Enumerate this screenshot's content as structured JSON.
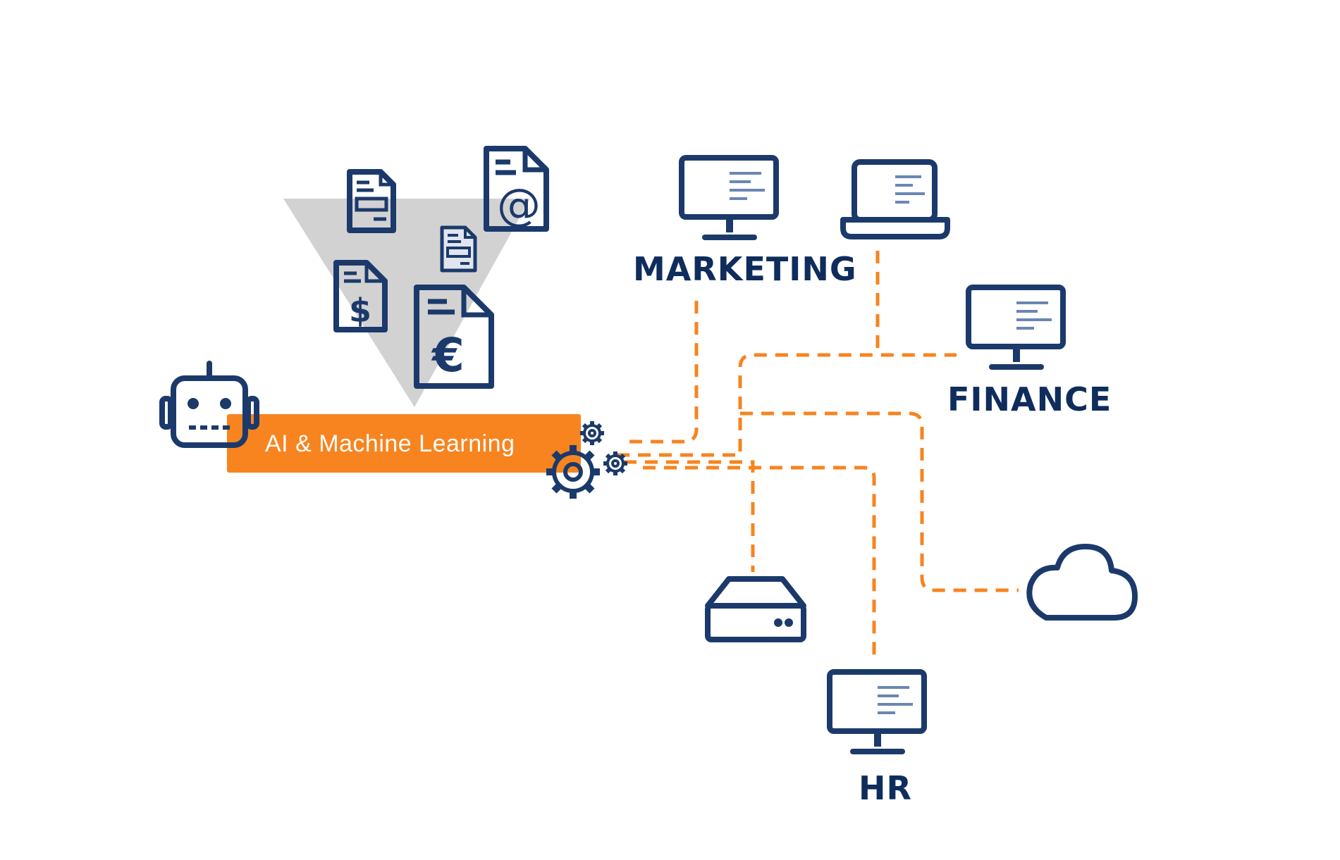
{
  "banner": {
    "label": "AI & Machine Learning",
    "color": "#f7841f"
  },
  "departments": {
    "marketing": "MARKETING",
    "finance": "FINANCE",
    "hr": "HR"
  },
  "icons": [
    "robot-icon",
    "document-icon",
    "email-document-icon",
    "dollar-document-icon",
    "euro-document-icon",
    "gears-icon",
    "desktop-monitor-icon",
    "laptop-icon",
    "server-icon",
    "cloud-icon"
  ],
  "colors": {
    "navy": "#1b3a6b",
    "orange": "#f7841f",
    "funnel": "#d2d2d2",
    "screen": "#dde2ee"
  }
}
